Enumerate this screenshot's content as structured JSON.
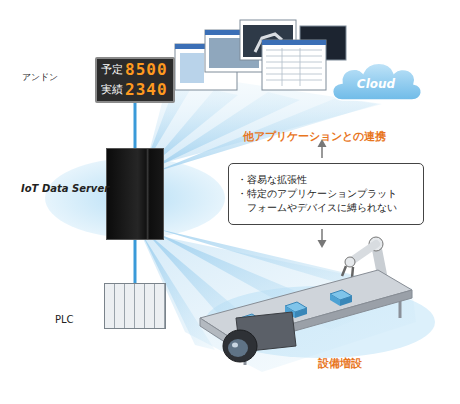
{
  "diagram": {
    "nodes": [
      {
        "text": [
          "アンドン",
          "予定",
          "8500",
          "実績",
          "2340"
        ]
      },
      {
        "text": [
          "Cloud"
        ]
      },
      {
        "text": [
          "IoT Data Server"
        ]
      },
      {
        "text": [
          "・容易な拡張性",
          "・特定のアプリケーションプラット フォームやデバイスに縛られない"
        ]
      },
      {
        "text": [
          "PLC"
        ]
      }
    ],
    "edges": [
      {
        "from": 0,
        "to": 2,
        "arrow": "none"
      },
      {
        "from": 2,
        "to": 4,
        "arrow": "none"
      }
    ],
    "labels": [
      "他アプリケーションとの連携",
      "設備増設"
    ]
  }
}
